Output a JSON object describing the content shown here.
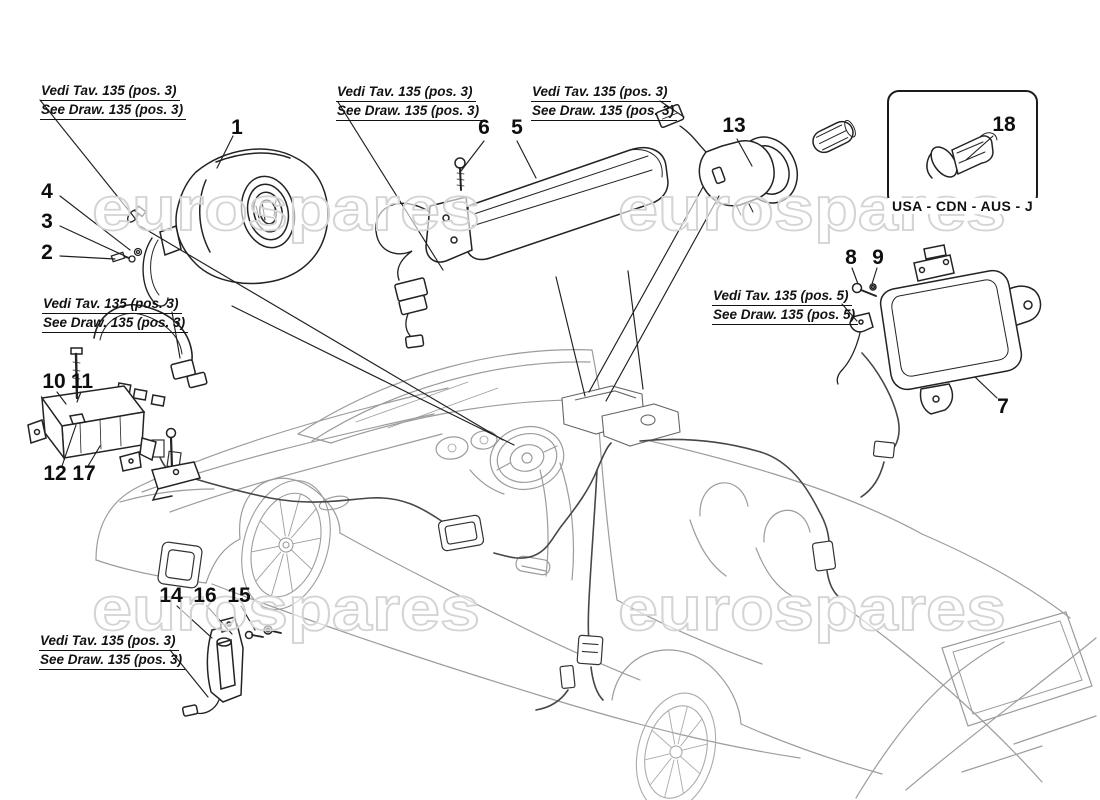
{
  "watermark": {
    "text": "eurospares"
  },
  "market_box": {
    "label": "USA - CDN - AUS - J"
  },
  "refs": {
    "top_left": {
      "line1": "Vedi Tav. 135 (pos. 3)",
      "line2": "See Draw. 135 (pos. 3)"
    },
    "top_mid": {
      "line1": "Vedi Tav. 135 (pos. 3)",
      "line2": "See Draw. 135 (pos. 3)"
    },
    "top_right": {
      "line1": "Vedi Tav. 135 (pos. 3)",
      "line2": "See Draw. 135 (pos. 3)"
    },
    "side_right": {
      "line1": "Vedi Tav. 135 (pos. 5)",
      "line2": "See Draw. 135 (pos. 5)"
    },
    "mid_left": {
      "line1": "Vedi Tav. 135 (pos. 3)",
      "line2": "See Draw. 135 (pos. 3)"
    },
    "bottom_left": {
      "line1": "Vedi Tav. 135 (pos. 3)",
      "line2": "See Draw. 135 (pos. 3)"
    }
  },
  "callouts": {
    "n1": "1",
    "n2": "2",
    "n3": "3",
    "n4": "4",
    "n5": "5",
    "n6": "6",
    "n7": "7",
    "n8": "8",
    "n9": "9",
    "n10": "10",
    "n11": "11",
    "n12": "12",
    "n13": "13",
    "n14": "14",
    "n15": "15",
    "n16": "16",
    "n17": "17",
    "n18": "18"
  }
}
